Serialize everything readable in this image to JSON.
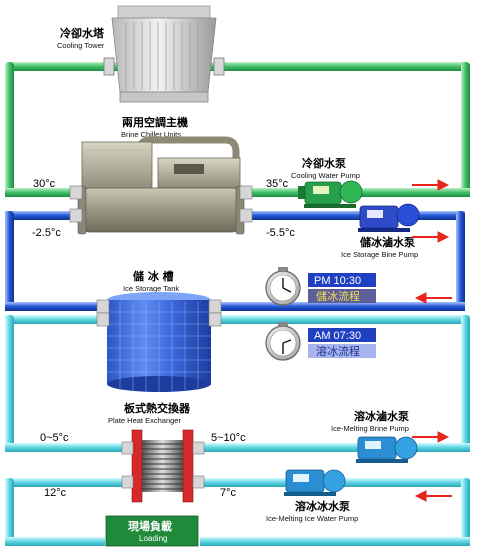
{
  "cooling_tower": {
    "zh": "冷卻水塔",
    "en": "Cooling Tower"
  },
  "chiller": {
    "zh": "兩用空調主機",
    "en": "Brine Chiller Units"
  },
  "cooling_pump": {
    "zh": "冷卻水泵",
    "en": "Cooling Water Pump"
  },
  "brine_pump": {
    "zh": "儲冰滷水泵",
    "en": "Ice Storage Bine Pump"
  },
  "ice_tank": {
    "zh": "儲 冰 槽",
    "en": "Ice Storage Tank"
  },
  "phx": {
    "zh": "板式熱交換器",
    "en": "Plate Heat Exchanger"
  },
  "melt_brine_pump": {
    "zh": "溶冰滷水泵",
    "en": "Ice-Melting Brine Pump"
  },
  "melt_water_pump": {
    "zh": "溶冰冰水泵",
    "en": "Ice-Melting Ice Water Pump"
  },
  "load": {
    "zh": "現場負載",
    "en": "Loading"
  },
  "temps": {
    "cw_supply": "30°c",
    "cw_return": "35°c",
    "brine_in": "-2.5°c",
    "brine_out": "-5.5°c",
    "phx_brine_in": "0~5°c",
    "phx_brine_out": "5~10°c",
    "load_left": "12°c",
    "load_right": "7°c"
  },
  "schedule": {
    "storage": {
      "time": "PM 10:30",
      "mode": "儲冰流程",
      "mode_color": "#f2e04a"
    },
    "melting": {
      "time": "AM 07:30",
      "mode": "溶冰流程",
      "mode_color": "#1c2f8c"
    }
  },
  "colors": {
    "green_pipe": "#2db05a",
    "blue_pipe": "#1a4fd0",
    "cyan_pipe": "#3fc8d8",
    "flow_arrow": "#e8241c",
    "badge_bg": "#2040c0",
    "load_bg": "#1e8a3a"
  }
}
